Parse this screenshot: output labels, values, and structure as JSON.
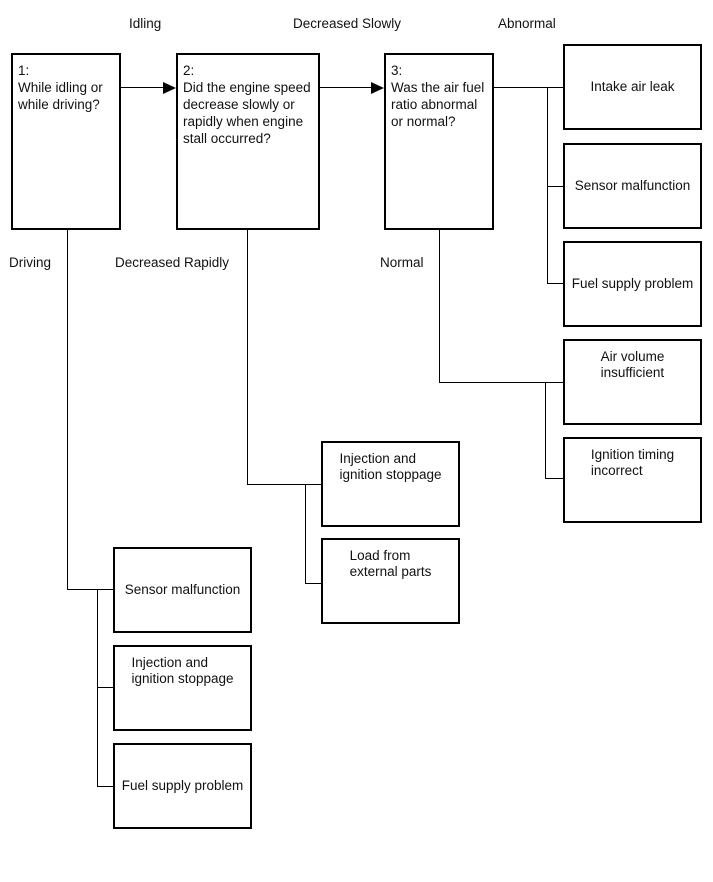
{
  "diagram": {
    "background_color": "#ffffff",
    "line_color": "#000000",
    "text_color": "#111111",
    "type": "troubleshooting-flowchart"
  },
  "questions": {
    "q1": "1:\nWhile idling or\nwhile driving?",
    "q2": "2:\nDid the engine speed\ndecrease slowly or\nrapidly when engine\nstall occurred?",
    "q3": "3:\nWas the air fuel\nratio abnormal\nor normal?"
  },
  "branch_labels": {
    "idling": "Idling",
    "decreased_slowly": "Decreased Slowly",
    "abnormal": "Abnormal",
    "driving": "Driving",
    "decreased_rapidly": "Decreased Rapidly",
    "normal": "Normal"
  },
  "results": {
    "intake_air_leak": "Intake air leak",
    "sensor_malfunction_abnormal": "Sensor malfunction",
    "fuel_supply_problem_abnormal": "Fuel supply problem",
    "air_volume_insufficient": "Air volume\ninsufficient",
    "ignition_timing_incorrect": "Ignition timing\nincorrect",
    "injection_ignition_stoppage_rapid": "Injection and\nignition stoppage",
    "load_from_external_parts": "Load from\nexternal parts",
    "sensor_malfunction_driving": "Sensor malfunction",
    "injection_ignition_stoppage_driving": "Injection and\nignition stoppage",
    "fuel_supply_problem_driving": "Fuel supply problem"
  }
}
